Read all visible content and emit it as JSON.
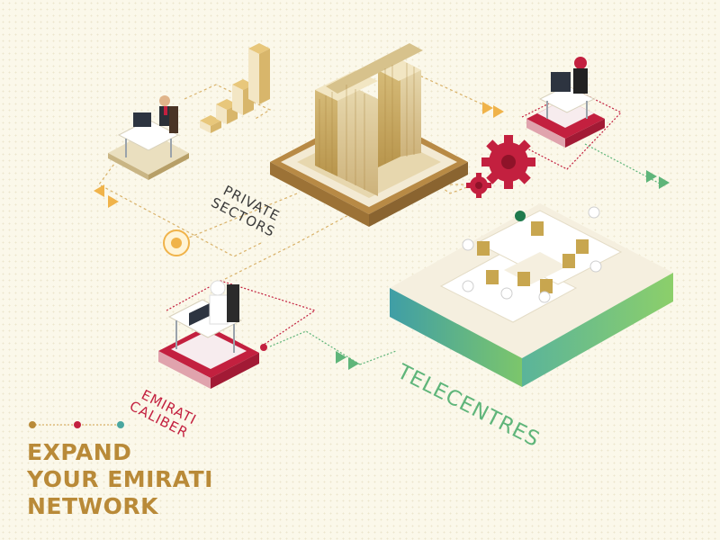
{
  "labels": {
    "private_sectors_line1": "PRIVATE",
    "private_sectors_line2": "SECTORS",
    "telecentres": "TELECENTRES",
    "emirati_line1": "EMIRATI",
    "emirati_line2": "CALIBER"
  },
  "headline": {
    "line1": "EXPAND",
    "line2": "YOUR EMIRATI",
    "line3": "NETWORK"
  },
  "colors": {
    "background": "#fbf8ea",
    "gold": "#b98a38",
    "crimson": "#c3203f",
    "green": "#5fb57a",
    "teal": "#4aa7a0",
    "dark_text": "#3b3b3b"
  },
  "legend_dot_colors": [
    "#b98a38",
    "#c3203f",
    "#4aa7a0"
  ],
  "icons": [
    "target-icon",
    "gear-icon",
    "bar-chart-icon",
    "arrow-icon"
  ]
}
